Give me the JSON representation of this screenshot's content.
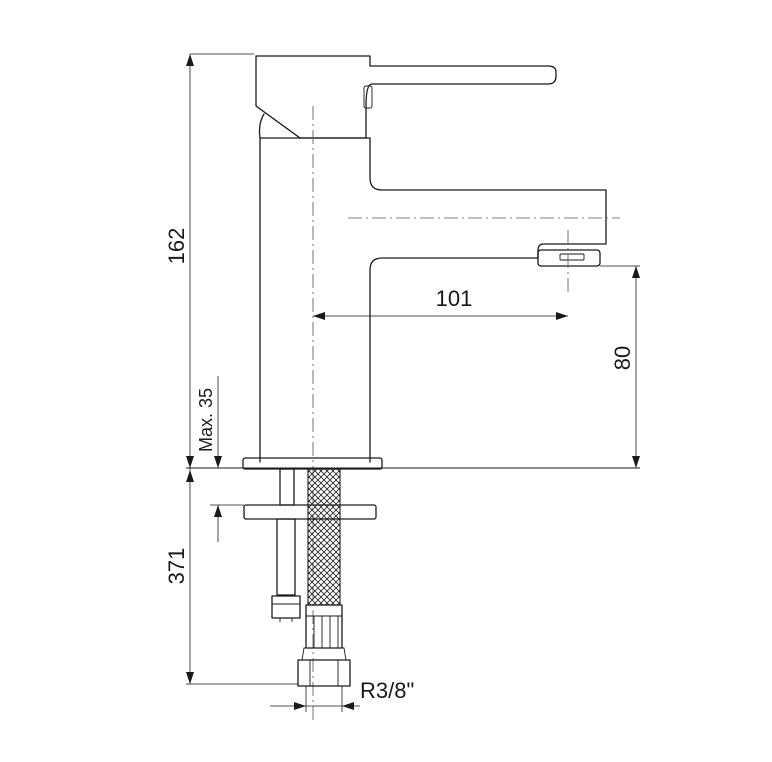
{
  "dimensions": {
    "total_height": "162",
    "spout_reach": "101",
    "spout_height": "80",
    "max_deck": "Max. 35",
    "hose_length": "371",
    "connection": "R3/8\""
  },
  "colors": {
    "line": "#1a1a1a",
    "centerline": "#555555"
  }
}
